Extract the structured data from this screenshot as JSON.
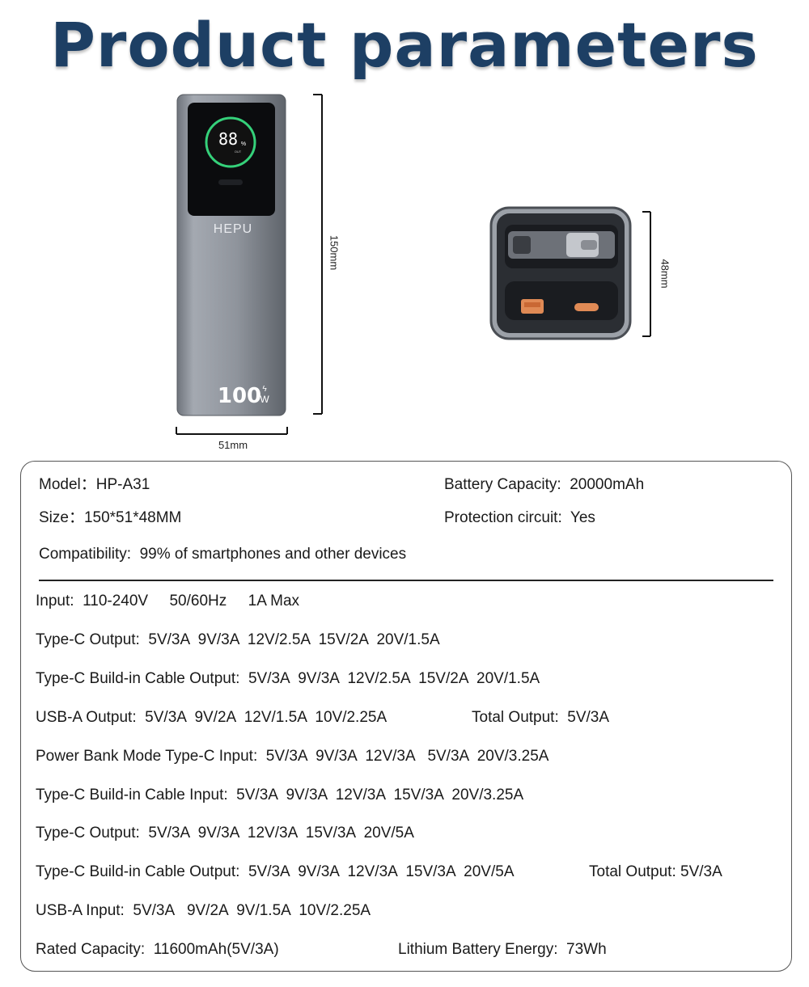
{
  "title": "Product parameters",
  "device": {
    "brand": "HEPU",
    "display_percent": "88",
    "display_percent_sign": "%",
    "display_out": "OUT",
    "wattage": "100",
    "wattage_unit": "W"
  },
  "dimensions": {
    "height": "150mm",
    "width": "51mm",
    "depth": "48mm"
  },
  "specs": {
    "model": "Model：HP-A31",
    "battery_capacity": "Battery Capacity:  20000mAh",
    "size": "Size：150*51*48MM",
    "protection": "Protection circuit:  Yes",
    "compatibility": "Compatibility:  99% of smartphones and other devices",
    "input": "Input:  110-240V     50/60Hz     1A Max",
    "typec_output_1": "Type-C Output:  5V/3A  9V/3A  12V/2.5A  15V/2A  20V/1.5A",
    "typec_cable_output_1": "Type-C Build-in Cable Output:  5V/3A  9V/3A  12V/2.5A  15V/2A  20V/1.5A",
    "usba_output": "USB-A Output:  5V/3A  9V/2A  12V/1.5A  10V/2.25A",
    "total_output_1": "Total Output:  5V/3A",
    "pb_typec_input": "Power Bank Mode Type-C Input:  5V/3A  9V/3A  12V/3A   5V/3A  20V/3.25A",
    "typec_cable_input": "Type-C Build-in Cable Input:  5V/3A  9V/3A  12V/3A  15V/3A  20V/3.25A",
    "typec_output_2": "Type-C Output:  5V/3A  9V/3A  12V/3A  15V/3A  20V/5A",
    "typec_cable_output_2": "Type-C Build-in Cable Output:  5V/3A  9V/3A  12V/3A  15V/3A  20V/5A",
    "total_output_2": "Total Output: 5V/3A",
    "usba_input": "USB-A Input:  5V/3A   9V/2A  9V/1.5A  10V/2.25A",
    "rated_capacity": "Rated Capacity:  11600mAh(5V/3A)",
    "lithium_energy": "Lithium Battery Energy:  73Wh"
  },
  "colors": {
    "title": "#1d3f64",
    "ring": "#35d17a",
    "body": "#8f949c"
  }
}
